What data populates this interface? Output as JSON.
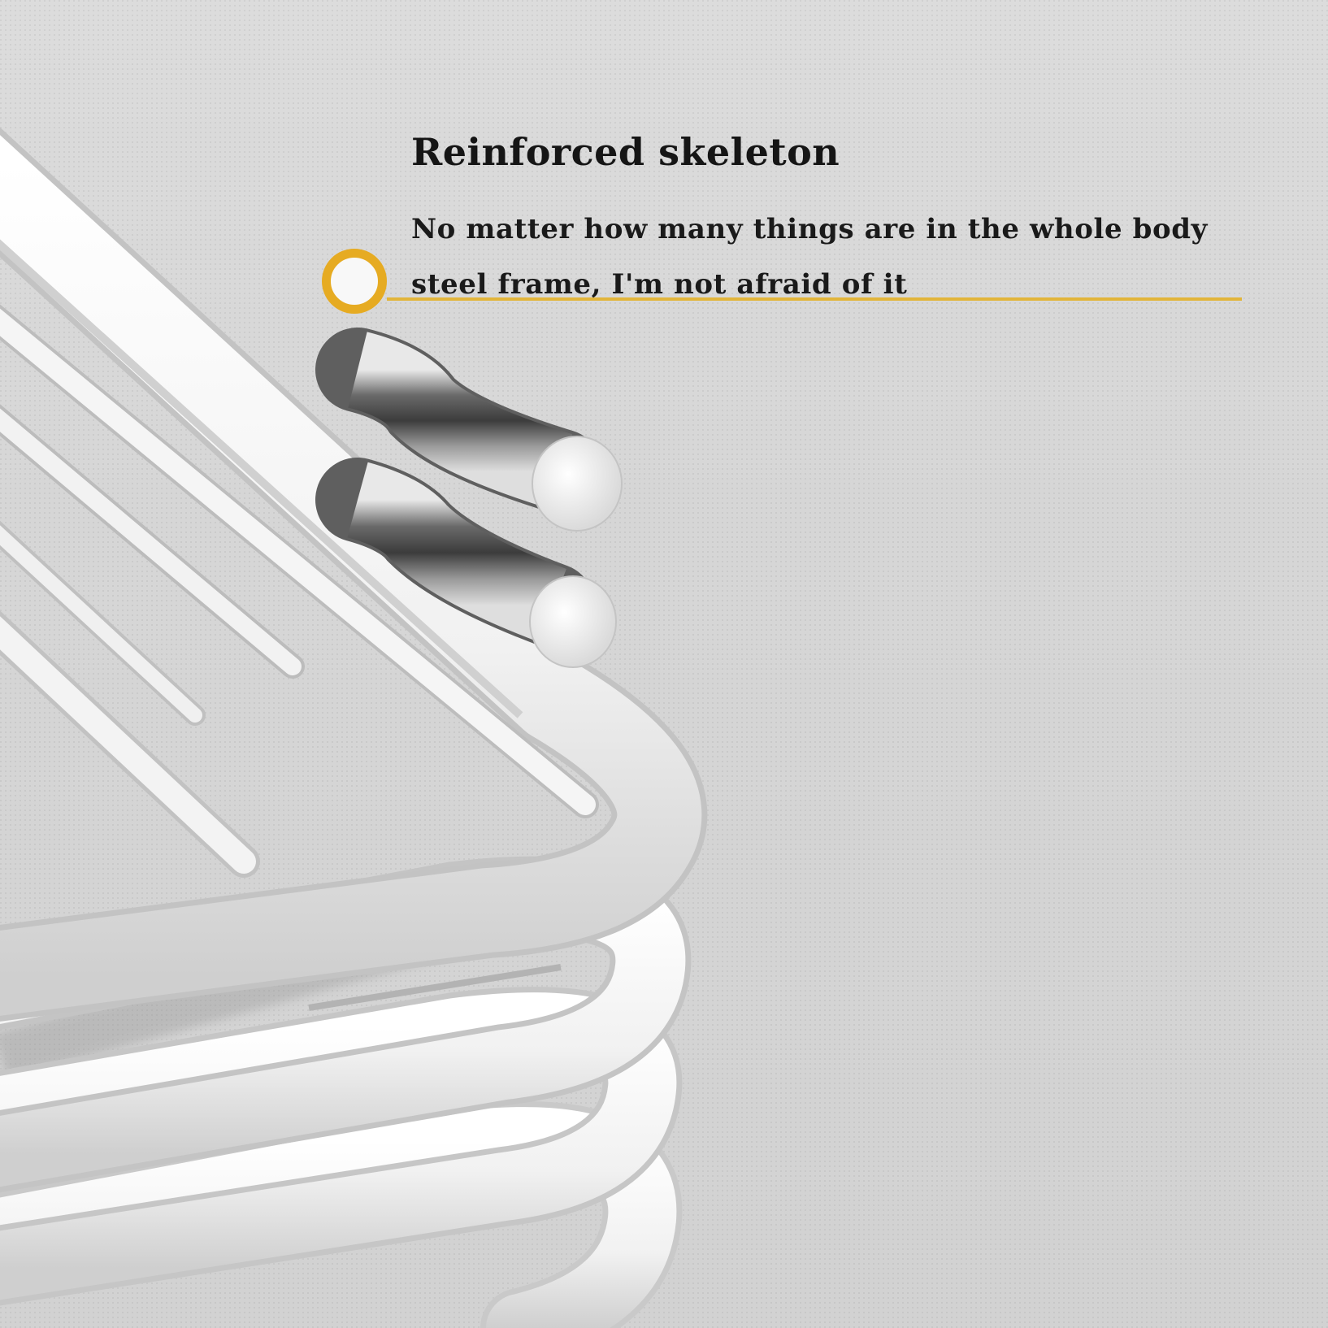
{
  "feature": {
    "title": "Reinforced skeleton",
    "description": "No matter how many things are in the whole body steel frame, I'm not afraid of it",
    "accent_color": "#e6ab22"
  },
  "illustration": {
    "subject": "stacked white steel frame tubes with polished steel rod ends",
    "colors": {
      "background": "#d6d6d6",
      "frame": "#f4f4f4",
      "steel": "#8a8a8a"
    }
  }
}
